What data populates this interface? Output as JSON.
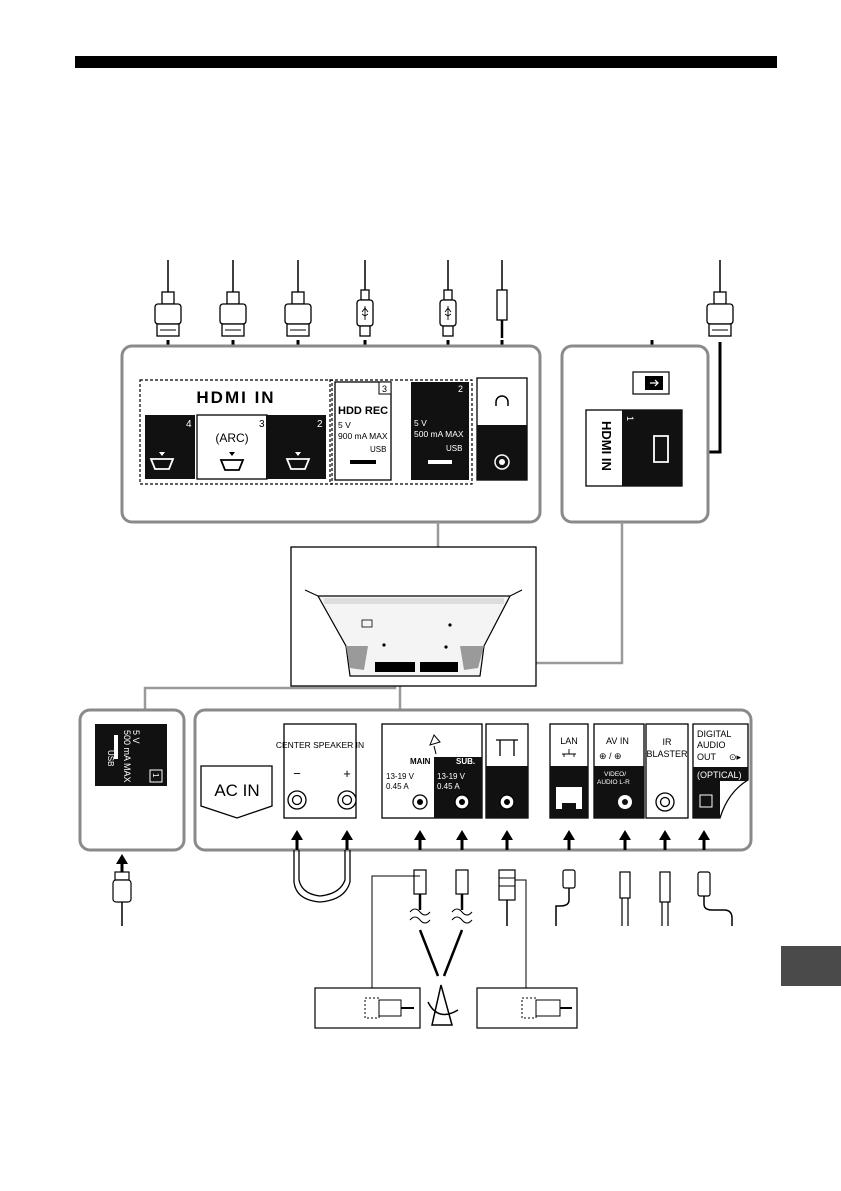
{
  "top_panel": {
    "hdmi_title": "HDMI IN",
    "hdmi_ports": [
      {
        "number": "4",
        "label": ""
      },
      {
        "number": "3",
        "label": "(ARC)"
      },
      {
        "number": "2",
        "label": ""
      }
    ],
    "hdd_rec": {
      "number": "3",
      "title": "HDD REC",
      "rating1": "5 V",
      "rating2": "900 mA MAX",
      "usb": "USB"
    },
    "usb2": {
      "number": "2",
      "rating1": "5 V",
      "rating2": "500 mA MAX",
      "usb": "USB"
    }
  },
  "side_panel": {
    "hdmi_label": "HDMI IN",
    "port_number": "1"
  },
  "usb1_panel": {
    "rating1": "5 V",
    "rating2": "500 mA MAX",
    "usb": "USB",
    "number": "1"
  },
  "bottom_panel": {
    "ac_in": "AC IN",
    "center_speaker": "CENTER SPEAKER IN",
    "minus": "−",
    "plus": "+",
    "main": "MAIN",
    "sub": "SUB.",
    "sat_rating_main": [
      "13-19 V",
      "0.45 A"
    ],
    "sat_rating_sub": [
      "13-19 V",
      "0.45 A"
    ],
    "lan": "LAN",
    "av_in": "AV IN",
    "video_audio": [
      "VIDEO/",
      "AUDIO L-R"
    ],
    "ir_blaster": [
      "IR",
      "BLASTER"
    ],
    "digital_audio": [
      "DIGITAL",
      "AUDIO",
      "OUT"
    ],
    "optical": "(OPTICAL)"
  },
  "colors": {
    "port_black": "#111111",
    "panel_border": "#8a8a8a",
    "tab": "#4a4a4a"
  }
}
